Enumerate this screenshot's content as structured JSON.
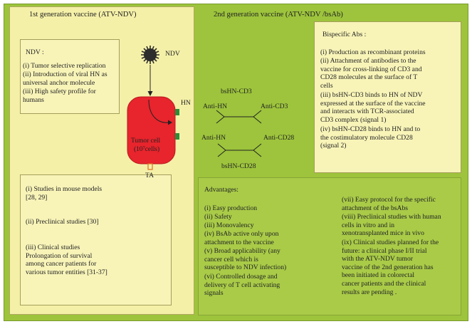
{
  "left": {
    "title": "1st generation vaccine (ATV-NDV)",
    "ndv_box": {
      "heading": "NDV :",
      "items": [
        "(i) Tumor selective replication",
        "(ii) Introduction of viral HN as\nuniversal anchor molecule",
        "(iii) High safety profile for\nhumans"
      ]
    },
    "studies_box": {
      "items": [
        "(i) Studies in mouse models\n     [28, 29]",
        "(ii) Preclinical studies [30]",
        "(iii) Clinical studies\nProlongation of survival\namong cancer patients for\nvarious tumor entities [31-37]"
      ]
    }
  },
  "cell_figure": {
    "ndv_label": "NDV",
    "hn_label": "HN",
    "cell_label": "Tumor cell",
    "cell_count": "(10⁷cells)",
    "ta_label": "TA"
  },
  "right": {
    "title": "2nd generation vaccine (ATV-NDV /bsAb)",
    "antibodies": {
      "cd3_title": "bsHN-CD3",
      "cd3_left": "Anti-HN",
      "cd3_right": "Anti-CD3",
      "cd28_left": "Anti-HN",
      "cd28_right": "Anti-CD28",
      "cd28_title": "bsHN-CD28"
    },
    "bispecific_box": {
      "heading": "Bispecific Abs :",
      "items": [
        "(i) Production as recombinant proteins",
        "(ii) Attachment of antibodies to the\nvaccine for cross-linking of CD3 and\nCD28 molecules at the surface of T\ncells",
        "(iii) bsHN-CD3 binds to HN of NDV\nexpressed at the surface of the vaccine\nand interacts with TCR-associated\nCD3 complex (signal 1)",
        "(iv) bsHN-CD28 binds to HN and to\nthe costimulatory molecule CD28\n(signal 2)"
      ]
    },
    "advantages_box": {
      "heading": "Advantages:",
      "col1": [
        "(i) Easy production",
        "(ii) Safety",
        "(iii) Monovalency",
        "(iv) BsAb active only upon\nattachment to the vaccine",
        "(v) Broad applicability (any\ncancer cell which is\nsusceptible to NDV infection)",
        "(vi) Controlled dosage and\ndelivery of T cell activating\nsignals"
      ],
      "col2": [
        "(vii) Easy protocol for the specific\nattachment of the bsAbs",
        "(viii) Preclinical studies with human\ncells in vitro and in\nxenotransplanted mice in vivo",
        "(ix) Clinical studies planned for the\nfuture: a clinical phase I/II trial\nwith the ATV-NDV tumor\nvaccine of the 2nd generation has\nbeen initiated in colorectal\ncancer patients and the clinical\nresults are pending ."
      ]
    }
  },
  "colors": {
    "outer_green": "#9dc43c",
    "left_yellow": "#f5f0a8",
    "cell_red": "#e8242c",
    "hn_green": "#2e8a3a"
  }
}
